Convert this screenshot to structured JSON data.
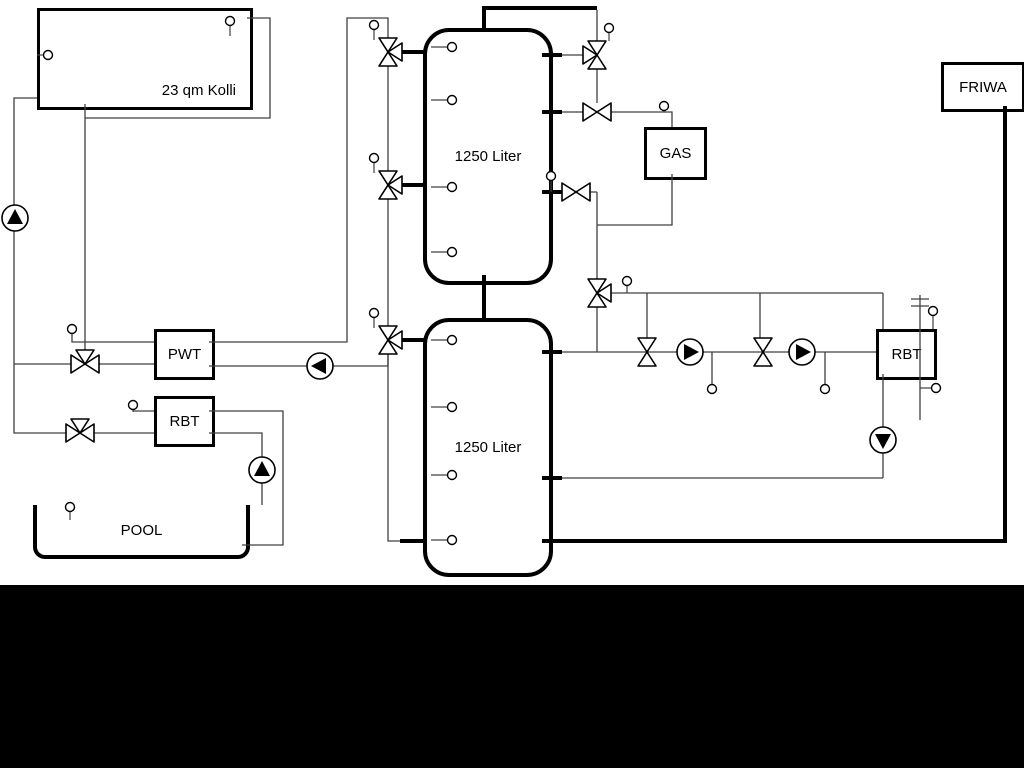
{
  "labels": {
    "collector": "23 qm Kolli",
    "buffer_tank_upper": "1250 Liter",
    "buffer_tank_lower": "1250 Liter",
    "pwt": "PWT",
    "rbt_pool": "RBT",
    "rbt_dhw": "RBT",
    "gas_boiler": "GAS",
    "friwa": "FRIWA",
    "pool": "POOL"
  },
  "colors": {
    "background": "#ffffff",
    "line": "#000000",
    "footer_band": "#000000"
  },
  "components": {
    "buffer_tanks": 2,
    "pumps": [
      {
        "name": "solar-pump",
        "direction": "up"
      },
      {
        "name": "pool-pump",
        "direction": "up"
      },
      {
        "name": "charge-pump",
        "direction": "left"
      },
      {
        "name": "heating-circuit-1-pump",
        "direction": "right"
      },
      {
        "name": "heating-circuit-2-pump",
        "direction": "right"
      },
      {
        "name": "dhw-pump",
        "direction": "down"
      }
    ],
    "valves": {
      "three_way": 7,
      "two_way": 4
    },
    "temperature_sensors": 24
  }
}
